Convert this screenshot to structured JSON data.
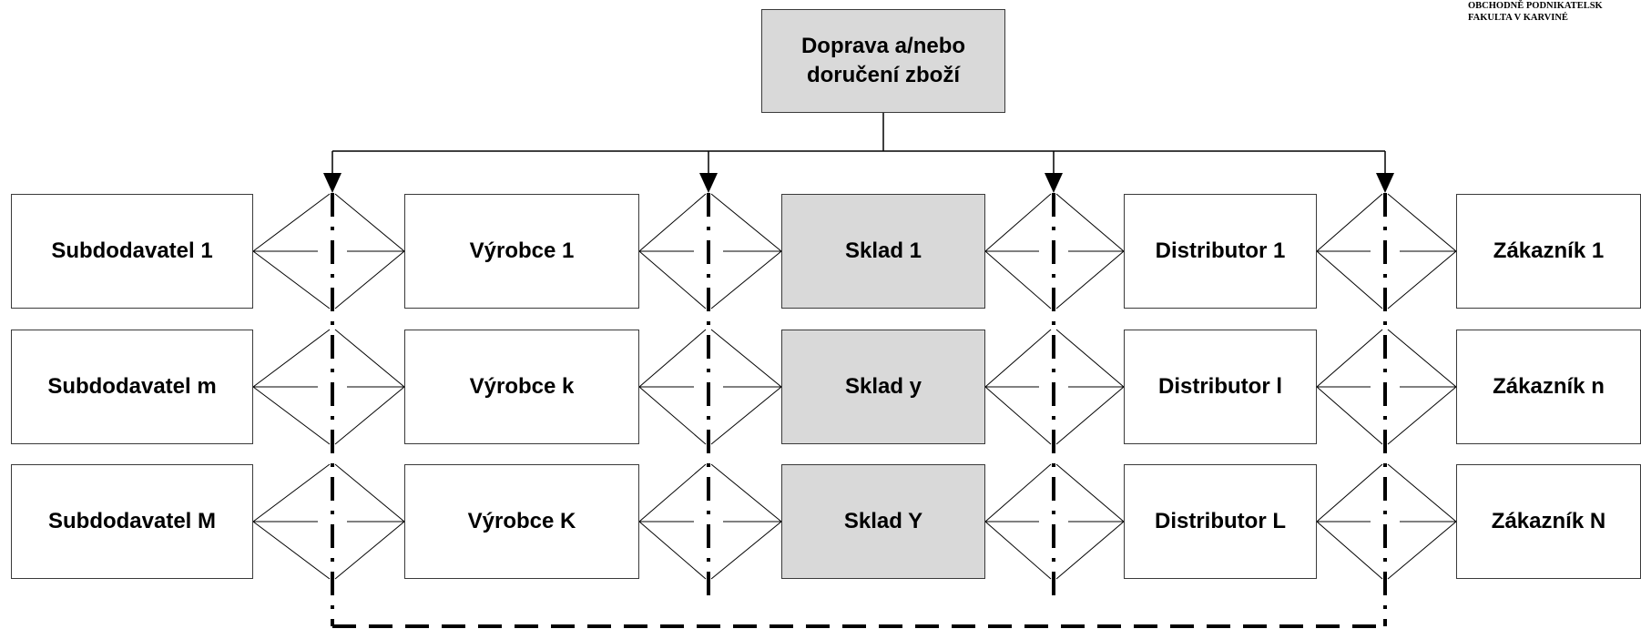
{
  "header": {
    "line1": "OBCHODNĚ PODNIKATELSK",
    "line2": "FAKULTA V KARVINÉ"
  },
  "top": {
    "label": "Doprava a/nebo\ndoručení zboží"
  },
  "columns": [
    {
      "items": [
        "Subdodavatel 1",
        "Subdodavatel m",
        "Subdodavatel M"
      ],
      "shaded": false
    },
    {
      "items": [
        "Výrobce 1",
        "Výrobce k",
        "Výrobce K"
      ],
      "shaded": false
    },
    {
      "items": [
        "Sklad 1",
        "Sklad y",
        "Sklad Y"
      ],
      "shaded": true
    },
    {
      "items": [
        "Distributor 1",
        "Distributor l",
        "Distributor L"
      ],
      "shaded": false
    },
    {
      "items": [
        "Zákazník 1",
        "Zákazník n",
        "Zákazník N"
      ],
      "shaded": false
    }
  ],
  "colors": {
    "shaded": "#d9d9d9",
    "line": "#000000",
    "border": "#3a3a3a"
  }
}
